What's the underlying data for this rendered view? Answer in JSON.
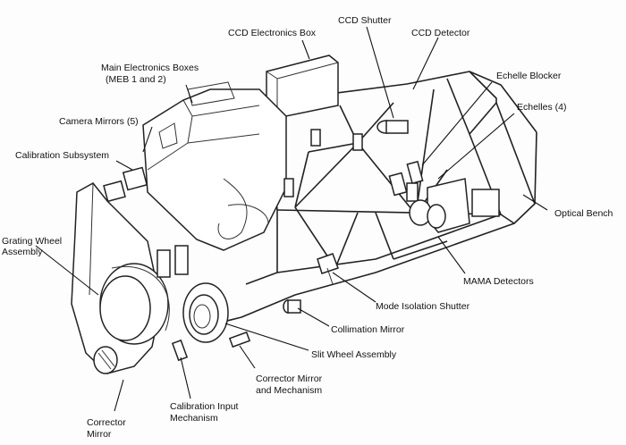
{
  "labels": {
    "ccd_electronics_box": "CCD Electronics Box",
    "ccd_shutter": "CCD Shutter",
    "ccd_detector": "CCD Detector",
    "main_electronics_1": "Main Electronics Boxes",
    "main_electronics_2": "(MEB 1 and 2)",
    "echelle_blocker": "Echelle Blocker",
    "camera_mirrors": "Camera Mirrors (5)",
    "echelles": "Echelles (4)",
    "calibration_subsystem": "Calibration Subsystem",
    "optical_bench": "Optical Bench",
    "grating_wheel_1": "Grating Wheel",
    "grating_wheel_2": "Assembly",
    "mama_detectors": "MAMA Detectors",
    "mode_isolation_shutter": "Mode Isolation Shutter",
    "collimation_mirror": "Collimation Mirror",
    "slit_wheel_assembly": "Slit Wheel Assembly",
    "corrector_mechanism_1": "Corrector Mirror",
    "corrector_mechanism_2": "and Mechanism",
    "calibration_input_1": "Calibration Input",
    "calibration_input_2": "Mechanism",
    "corrector_mirror_1": "Corrector",
    "corrector_mirror_2": "Mirror"
  }
}
